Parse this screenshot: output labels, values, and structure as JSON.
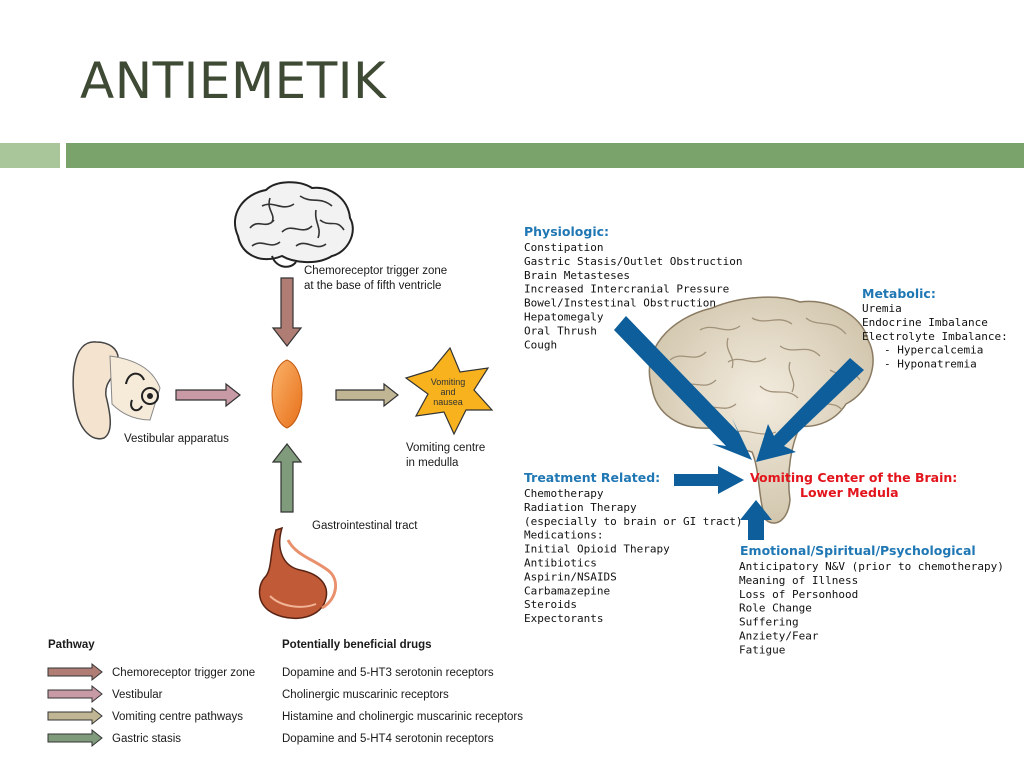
{
  "slide": {
    "title": "ANTIEMETIK"
  },
  "left_diagram": {
    "ctz_label": [
      "Chemoreceptor trigger zone",
      "at the base of fifth ventricle"
    ],
    "vestibular_label": "Vestibular apparatus",
    "star_text": [
      "Vomiting",
      "and",
      "nausea"
    ],
    "vc_label": [
      "Vomiting centre",
      "in medulla"
    ],
    "gi_label": "Gastrointestinal tract",
    "legend_headers": {
      "pathway": "Pathway",
      "drugs": "Potentially beneficial drugs"
    },
    "legend_rows": [
      {
        "pathway": "Chemoreceptor trigger zone",
        "drug": "Dopamine and 5-HT3 serotonin receptors",
        "color": "#b07d74"
      },
      {
        "pathway": "Vestibular",
        "drug": "Cholinergic muscarinic receptors",
        "color": "#c79aa6"
      },
      {
        "pathway": "Vomiting centre pathways",
        "drug": "Histamine and cholinergic muscarinic receptors",
        "color": "#c1b694"
      },
      {
        "pathway": "Gastric stasis",
        "drug": "Dopamine and 5-HT4 serotonin receptors",
        "color": "#7f9b7c"
      }
    ]
  },
  "right_diagram": {
    "physiologic": {
      "title": "Physiologic:",
      "items": [
        "Constipation",
        "Gastric Stasis/Outlet Obstruction",
        "Brain Metasteses",
        "Increased Intercranial Pressure",
        "Bowel/Instestinal Obstruction",
        "Hepatomegaly",
        "Oral Thrush",
        "Cough"
      ]
    },
    "metabolic": {
      "title": "Metabolic:",
      "items": [
        "Uremia",
        "Endocrine Imbalance",
        "Electrolyte Imbalance:",
        "- Hypercalcemia",
        "- Hyponatremia"
      ]
    },
    "treatment": {
      "title": "Treatment Related:",
      "items": [
        "Chemotherapy",
        "Radiation Therapy",
        "(especially to brain or GI tract)",
        "Medications:",
        "Initial Opioid Therapy",
        "Antibiotics",
        "Aspirin/NSAIDS",
        "Carbamazepine",
        "Steroids",
        "Expectorants"
      ]
    },
    "center": {
      "line1": "Vomiting Center of the Brain:",
      "line2": "Lower Medula"
    },
    "emotional": {
      "title": "Emotional/Spiritual/Psychological",
      "items": [
        "Anticipatory N&V (prior to chemotherapy)",
        "Meaning of Illness",
        "Loss of Personhood",
        "Role Change",
        "Suffering",
        "Anziety/Fear",
        "Fatigue"
      ]
    }
  },
  "colors": {
    "accent_blue": "#1f77b4",
    "arrow_blue": "#0d5e9a",
    "center_red": "#e3141b",
    "title": "#3f4a34",
    "bar_light": "#a9c69b",
    "bar_dark": "#7aa36c"
  }
}
